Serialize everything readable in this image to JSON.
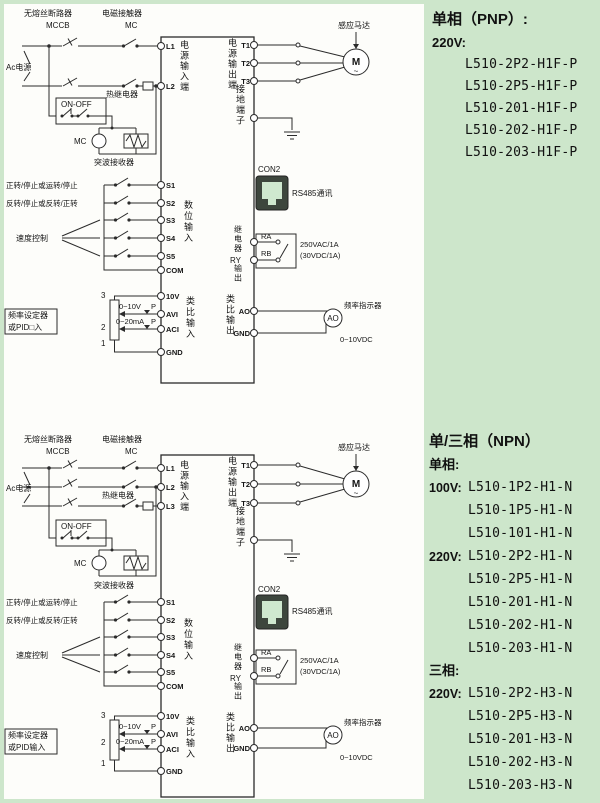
{
  "colors": {
    "background_green": "#cde6cb",
    "diagram_background": "#fdfdfa",
    "line": "#2b2b2b"
  },
  "side_panel": {
    "pnp_title": "单相（PNP）:",
    "pnp_voltage": "220V:",
    "pnp_models": [
      "L510-2P2-H1F-P",
      "L510-2P5-H1F-P",
      "L510-201-H1F-P",
      "L510-202-H1F-P",
      "L510-203-H1F-P"
    ],
    "npn_title": "单/三相（NPN）",
    "npn_single_label": "单相:",
    "npn_rows": [
      {
        "prefix": "100V:",
        "model": "L510-1P2-H1-N"
      },
      {
        "prefix": "",
        "model": "L510-1P5-H1-N"
      },
      {
        "prefix": "",
        "model": "L510-101-H1-N"
      },
      {
        "prefix": "220V:",
        "model": "L510-2P2-H1-N"
      },
      {
        "prefix": "",
        "model": "L510-2P5-H1-N"
      },
      {
        "prefix": "",
        "model": "L510-201-H1-N"
      },
      {
        "prefix": "",
        "model": "L510-202-H1-N"
      },
      {
        "prefix": "",
        "model": "L510-203-H1-N"
      }
    ],
    "npn_three_label": "三相:",
    "npn_three_rows": [
      {
        "prefix": "220V:",
        "model": "L510-2P2-H3-N"
      },
      {
        "prefix": "",
        "model": "L510-2P5-H3-N"
      },
      {
        "prefix": "",
        "model": "L510-201-H3-N"
      },
      {
        "prefix": "",
        "model": "L510-202-H3-N"
      },
      {
        "prefix": "",
        "model": "L510-203-H3-N"
      }
    ]
  },
  "d1": {
    "breaker": "无熔丝断路器",
    "mccb": "MCCB",
    "contactor": "电磁接触器",
    "mc": "MC",
    "ac_power": "Ac电源",
    "l1": "L1",
    "l2": "L2",
    "power_in": "电源输入端",
    "thermal": "热继电器",
    "onoff": "ON-OFF",
    "mc_coil": "MC",
    "surge": "突波接收器",
    "fwd": "正转/停止或运转/停止",
    "rev": "反转/停止或反转/正转",
    "speed": "速度控制",
    "s1": "S1",
    "s2": "S2",
    "s3": "S3",
    "s4": "S4",
    "s5": "S5",
    "com": "COM",
    "digital_in": "数位输入",
    "pin3": "3",
    "pin2": "2",
    "pin1": "1",
    "range_v": "0~10V",
    "range_ma": "0~20mA",
    "freq_set1": "频率设定器",
    "freq_set2": "或PID□入",
    "p1": "P",
    "p2": "P",
    "t10v": "10V",
    "avi": "AVI",
    "aci": "ACI",
    "gnd_in": "GND",
    "analog_in": "类比输入",
    "t1": "T1",
    "t2": "T2",
    "t3": "T3",
    "power_out": "电源输出端",
    "motor_label": "感应马达",
    "motor_m": "M",
    "motor_wave": "~",
    "ground": "接地端子",
    "con2": "CON2",
    "rs485": "RS485通讯",
    "relay1": "继电器",
    "relay2": "RY",
    "relay3": "输出",
    "ra": "RA",
    "rb": "RB",
    "rating1": "250VAC/1A",
    "rating2": "(30VDC/1A)",
    "analog_out": "类比输出",
    "ao": "AO",
    "gnd_out": "GND",
    "ao_meter": "AO",
    "freq_ind": "频率指示器",
    "vdc": "0~10VDC"
  },
  "d2": {
    "breaker": "无熔丝断路器",
    "mccb": "MCCB",
    "contactor": "电磁接触器",
    "mc": "MC",
    "ac_power": "Ac电源",
    "l1": "L1",
    "l2": "L2",
    "l3": "L3",
    "power_in": "电源输入端",
    "thermal": "热继电器",
    "onoff": "ON-OFF",
    "mc_coil": "MC",
    "surge": "突波接收器",
    "fwd": "正转/停止或运转/停止",
    "rev": "反转/停止或反转/正转",
    "speed": "速度控制",
    "s1": "S1",
    "s2": "S2",
    "s3": "S3",
    "s4": "S4",
    "s5": "S5",
    "com": "COM",
    "digital_in": "数位输入",
    "pin3": "3",
    "pin2": "2",
    "pin1": "1",
    "range_v": "0~10V",
    "range_ma": "0~20mA",
    "freq_set1": "频率设定器",
    "freq_set2": "或PID输入",
    "p1": "P",
    "p2": "P",
    "t10v": "10V",
    "avi": "AVI",
    "aci": "ACI",
    "gnd_in": "GND",
    "analog_in": "类比输入",
    "t1": "T1",
    "t2": "T2",
    "t3": "T3",
    "power_out": "电源输出端",
    "motor_label": "感应马达",
    "motor_m": "M",
    "motor_wave": "~",
    "ground": "接地端子",
    "con2": "CON2",
    "rs485": "RS485通讯",
    "relay1": "继电器",
    "relay2": "RY",
    "relay3": "输出",
    "ra": "RA",
    "rb": "RB",
    "rating1": "250VAC/1A",
    "rating2": "(30VDC/1A)",
    "analog_out": "类比输出",
    "ao": "AO",
    "gnd_out": "GND",
    "ao_meter": "AO",
    "freq_ind": "频率指示器",
    "vdc": "0~10VDC"
  }
}
